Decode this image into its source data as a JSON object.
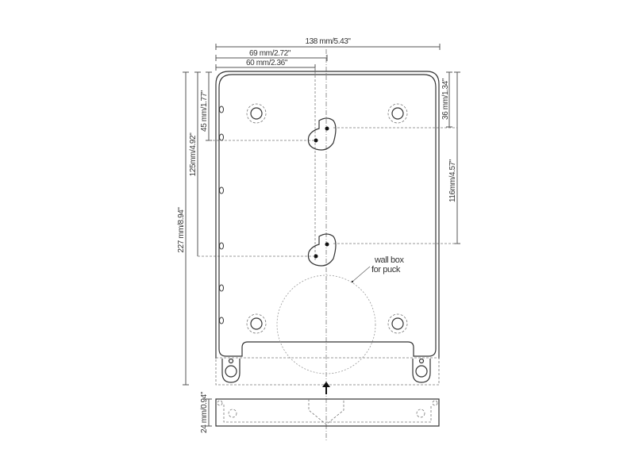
{
  "dimensions": {
    "width_total": "138 mm/5.43\"",
    "width_center": "69 mm/2.72\"",
    "width_keyhole": "60 mm/2.36\"",
    "height_total": "227 mm/8.94\"",
    "height_lower_keyhole": "125mm/4.92\"",
    "height_upper_keyhole": "45 mm/1.77\"",
    "right_upper": "36 mm/1.34\"",
    "right_lower": "116mm/4.57\"",
    "bottom_piece": "24 mm/0.94\""
  },
  "annotation": {
    "line1": "wall box",
    "line2": "for puck"
  }
}
